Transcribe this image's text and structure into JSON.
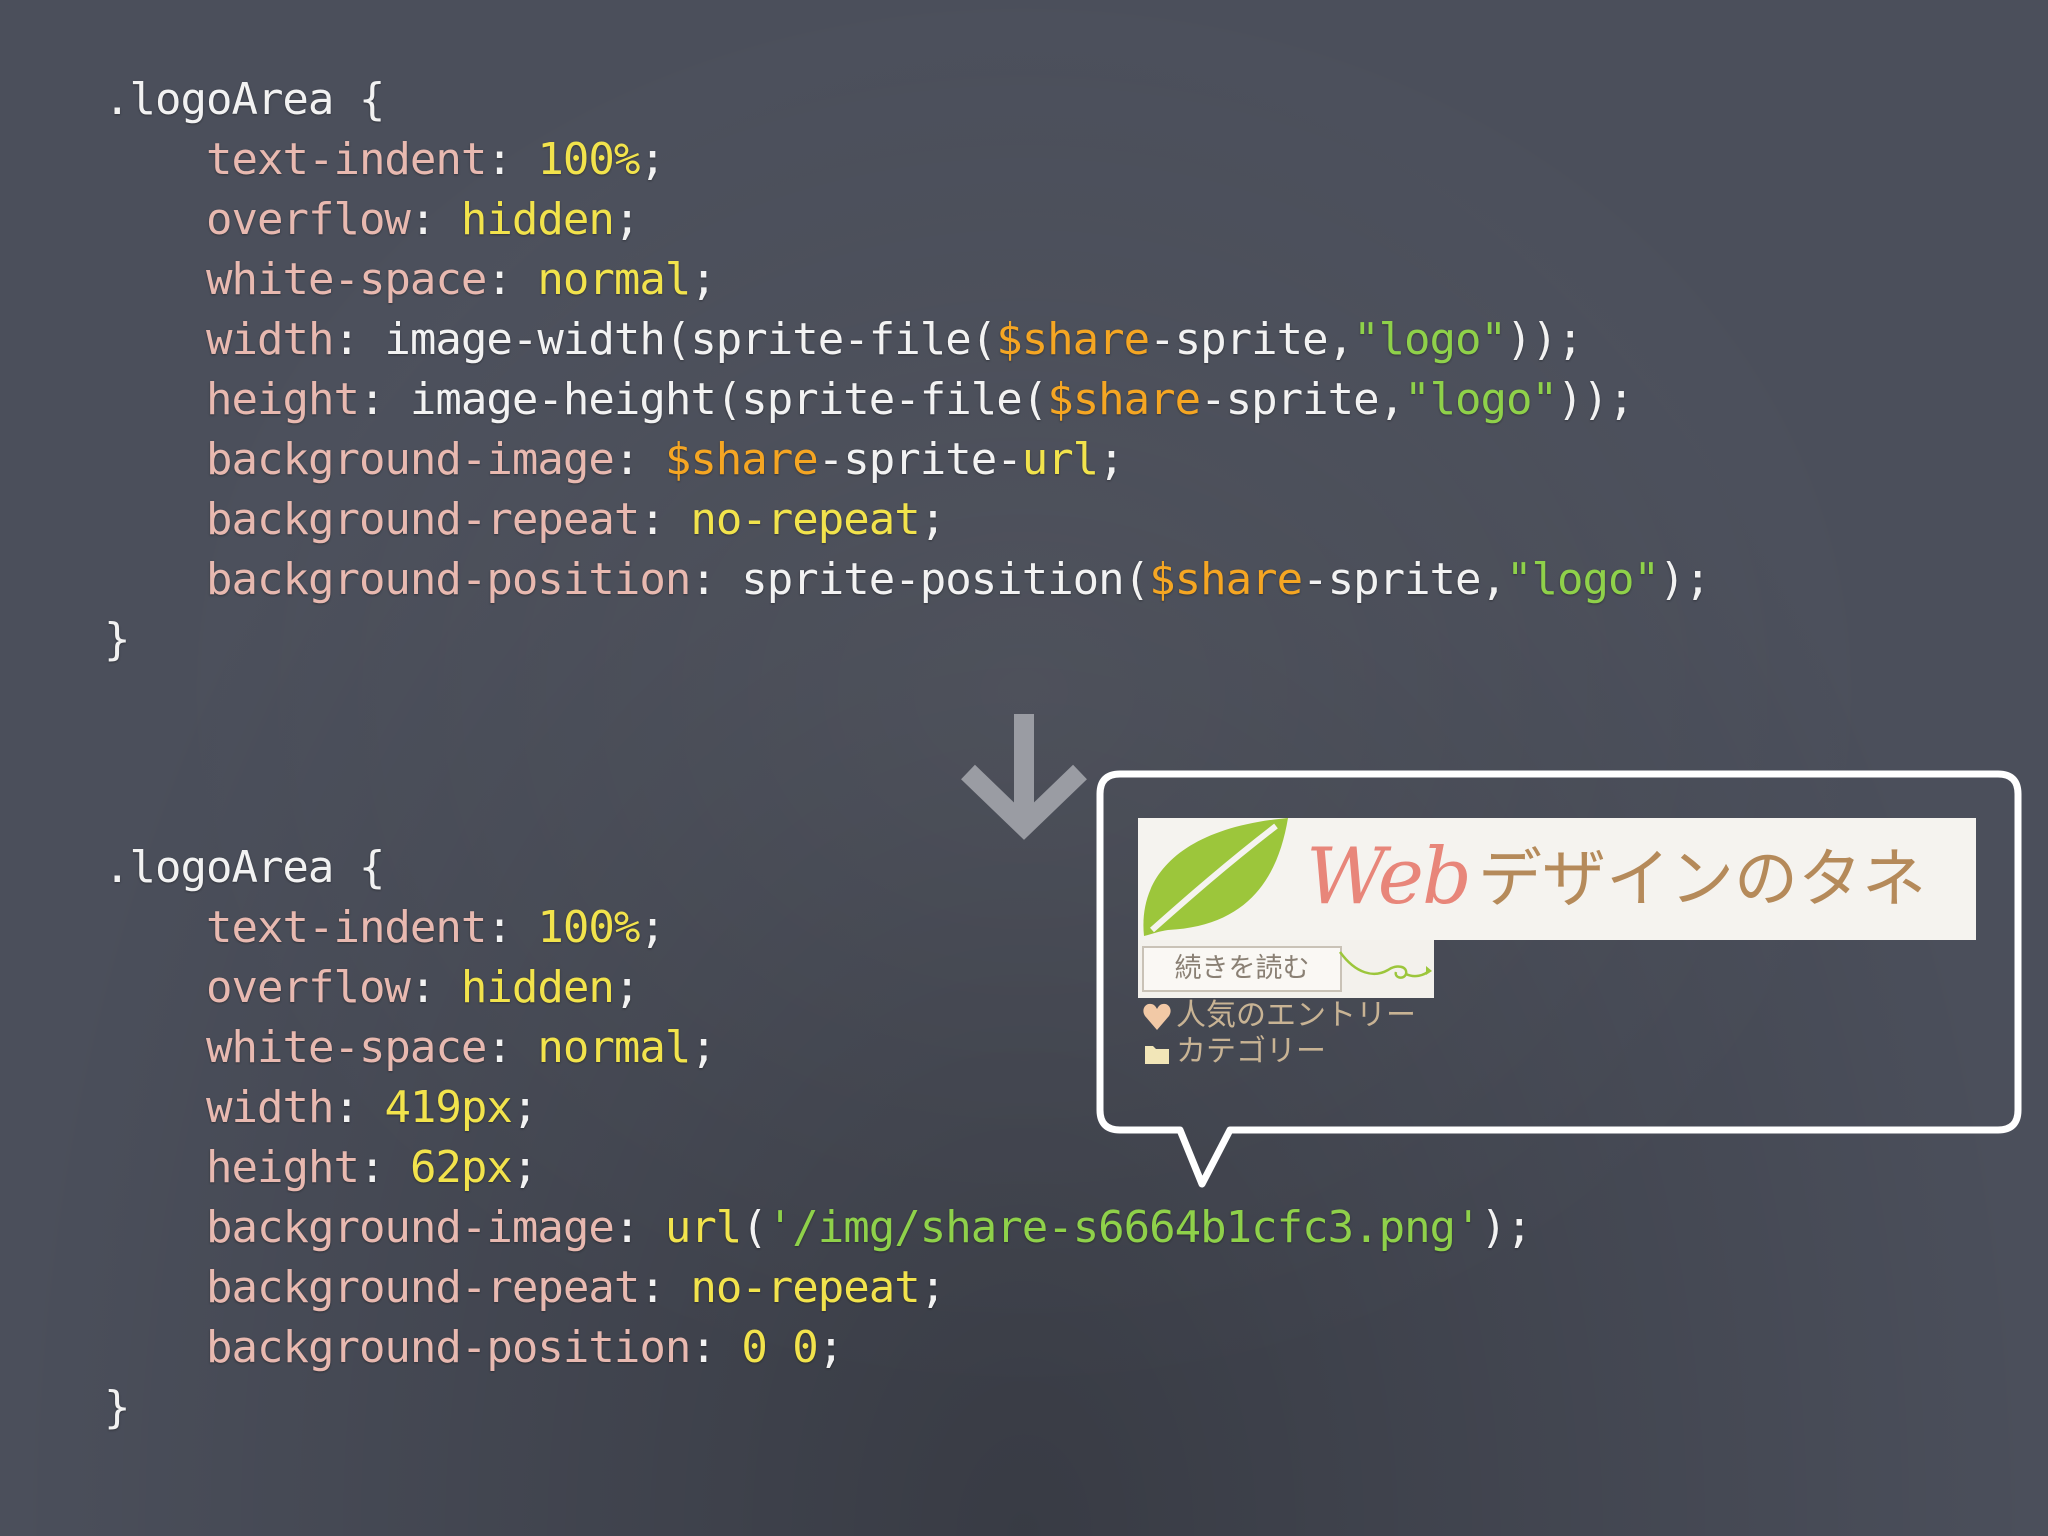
{
  "code_top": [
    [
      {
        "t": ".logoArea {",
        "c": "txt"
      }
    ],
    [
      {
        "t": "text-indent",
        "c": "prop"
      },
      {
        "t": ": ",
        "c": "txt"
      },
      {
        "t": "100%",
        "c": "val"
      },
      {
        "t": ";",
        "c": "txt"
      }
    ],
    [
      {
        "t": "overflow",
        "c": "prop"
      },
      {
        "t": ": ",
        "c": "txt"
      },
      {
        "t": "hidden",
        "c": "val"
      },
      {
        "t": ";",
        "c": "txt"
      }
    ],
    [
      {
        "t": "white-space",
        "c": "prop"
      },
      {
        "t": ": ",
        "c": "txt"
      },
      {
        "t": "normal",
        "c": "val"
      },
      {
        "t": ";",
        "c": "txt"
      }
    ],
    [
      {
        "t": "width",
        "c": "prop"
      },
      {
        "t": ": image-width(sprite-file(",
        "c": "txt"
      },
      {
        "t": "$share",
        "c": "var"
      },
      {
        "t": "-sprite,",
        "c": "txt"
      },
      {
        "t": "\"logo\"",
        "c": "str"
      },
      {
        "t": "));",
        "c": "txt"
      }
    ],
    [
      {
        "t": "height",
        "c": "prop"
      },
      {
        "t": ": image-height(sprite-file(",
        "c": "txt"
      },
      {
        "t": "$share",
        "c": "var"
      },
      {
        "t": "-sprite,",
        "c": "txt"
      },
      {
        "t": "\"logo\"",
        "c": "str"
      },
      {
        "t": "));",
        "c": "txt"
      }
    ],
    [
      {
        "t": "background-image",
        "c": "prop"
      },
      {
        "t": ": ",
        "c": "txt"
      },
      {
        "t": "$share",
        "c": "var"
      },
      {
        "t": "-sprite-",
        "c": "txt"
      },
      {
        "t": "url",
        "c": "val"
      },
      {
        "t": ";",
        "c": "txt"
      }
    ],
    [
      {
        "t": "background-repeat",
        "c": "prop"
      },
      {
        "t": ": ",
        "c": "txt"
      },
      {
        "t": "no-repeat",
        "c": "val"
      },
      {
        "t": ";",
        "c": "txt"
      }
    ],
    [
      {
        "t": "background-position",
        "c": "prop"
      },
      {
        "t": ": sprite-position(",
        "c": "txt"
      },
      {
        "t": "$share",
        "c": "var"
      },
      {
        "t": "-sprite,",
        "c": "txt"
      },
      {
        "t": "\"logo\"",
        "c": "str"
      },
      {
        "t": ");",
        "c": "txt"
      }
    ],
    [
      {
        "t": "}",
        "c": "txt"
      }
    ]
  ],
  "code_bottom": [
    [
      {
        "t": ".logoArea {",
        "c": "txt"
      }
    ],
    [
      {
        "t": "text-indent",
        "c": "prop"
      },
      {
        "t": ": ",
        "c": "txt"
      },
      {
        "t": "100%",
        "c": "val"
      },
      {
        "t": ";",
        "c": "txt"
      }
    ],
    [
      {
        "t": "overflow",
        "c": "prop"
      },
      {
        "t": ": ",
        "c": "txt"
      },
      {
        "t": "hidden",
        "c": "val"
      },
      {
        "t": ";",
        "c": "txt"
      }
    ],
    [
      {
        "t": "white-space",
        "c": "prop"
      },
      {
        "t": ": ",
        "c": "txt"
      },
      {
        "t": "normal",
        "c": "val"
      },
      {
        "t": ";",
        "c": "txt"
      }
    ],
    [
      {
        "t": "width",
        "c": "prop"
      },
      {
        "t": ": ",
        "c": "txt"
      },
      {
        "t": "419px",
        "c": "val"
      },
      {
        "t": ";",
        "c": "txt"
      }
    ],
    [
      {
        "t": "height",
        "c": "prop"
      },
      {
        "t": ": ",
        "c": "txt"
      },
      {
        "t": "62px",
        "c": "val"
      },
      {
        "t": ";",
        "c": "txt"
      }
    ],
    [
      {
        "t": "background-image",
        "c": "prop"
      },
      {
        "t": ": ",
        "c": "txt"
      },
      {
        "t": "url",
        "c": "val"
      },
      {
        "t": "(",
        "c": "txt"
      },
      {
        "t": "'/img/share-s6664b1cfc3.png'",
        "c": "str"
      },
      {
        "t": ");",
        "c": "txt"
      }
    ],
    [
      {
        "t": "background-repeat",
        "c": "prop"
      },
      {
        "t": ": ",
        "c": "txt"
      },
      {
        "t": "no-repeat",
        "c": "val"
      },
      {
        "t": ";",
        "c": "txt"
      }
    ],
    [
      {
        "t": "background-position",
        "c": "prop"
      },
      {
        "t": ": ",
        "c": "txt"
      },
      {
        "t": "0 0",
        "c": "val"
      },
      {
        "t": ";",
        "c": "txt"
      }
    ],
    [
      {
        "t": "}",
        "c": "txt"
      }
    ]
  ],
  "callout": {
    "logo_web": "Web",
    "logo_jp": "デザインのタネ",
    "read_more": "続きを読む",
    "menu_popular": "人気のエントリー",
    "menu_category": "カテゴリー",
    "icons": {
      "leaf": "leaf-icon",
      "heart": "heart-icon",
      "folder": "folder-icon",
      "arrow": "arrow-down-icon"
    }
  },
  "colors": {
    "background": "#4b4f5b",
    "property": "#e8b9b0",
    "value": "#f2e34c",
    "variable": "#f5a623",
    "string": "#8fd14a",
    "text": "#f2f2f2",
    "leaf": "#9cc63b",
    "logo_web": "#e8867a",
    "logo_jp": "#b58a5a"
  }
}
